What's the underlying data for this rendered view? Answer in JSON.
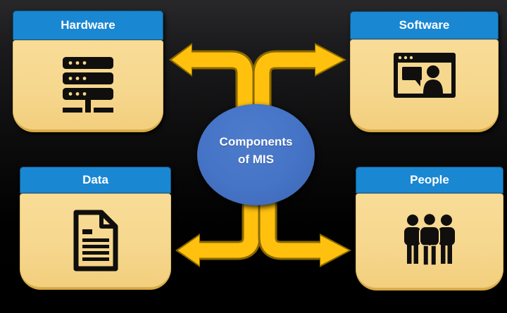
{
  "diagram": {
    "title": "Components of MIS",
    "center_node": {
      "label_line1": "Components",
      "label_line2": "of MIS",
      "shape": "ellipse",
      "fill": "#4573C5",
      "text_color": "#FFFFFF"
    },
    "nodes": [
      {
        "id": "hardware",
        "label": "Hardware",
        "icon": "server-icon",
        "position": "top-left"
      },
      {
        "id": "software",
        "label": "Software",
        "icon": "app-window-chat-icon",
        "position": "top-right"
      },
      {
        "id": "data",
        "label": "Data",
        "icon": "document-icon",
        "position": "bottom-left"
      },
      {
        "id": "people",
        "label": "People",
        "icon": "people-group-icon",
        "position": "bottom-right"
      }
    ],
    "connectors": [
      {
        "from": "center",
        "to": "hardware",
        "style": "elbow-arrow"
      },
      {
        "from": "center",
        "to": "software",
        "style": "elbow-arrow"
      },
      {
        "from": "center",
        "to": "data",
        "style": "elbow-arrow"
      },
      {
        "from": "center",
        "to": "people",
        "style": "elbow-arrow"
      }
    ],
    "colors": {
      "background": "#0A0A0B",
      "node_header": "#1A87D2",
      "node_body": "#F6D78E",
      "node_body_edge": "#D8A93E",
      "arrow_fill": "#FFC10E",
      "arrow_outline": "#8A6800",
      "icon": "#100F0D",
      "header_text": "#FFFFFF",
      "center_fill": "#4573C5"
    }
  }
}
